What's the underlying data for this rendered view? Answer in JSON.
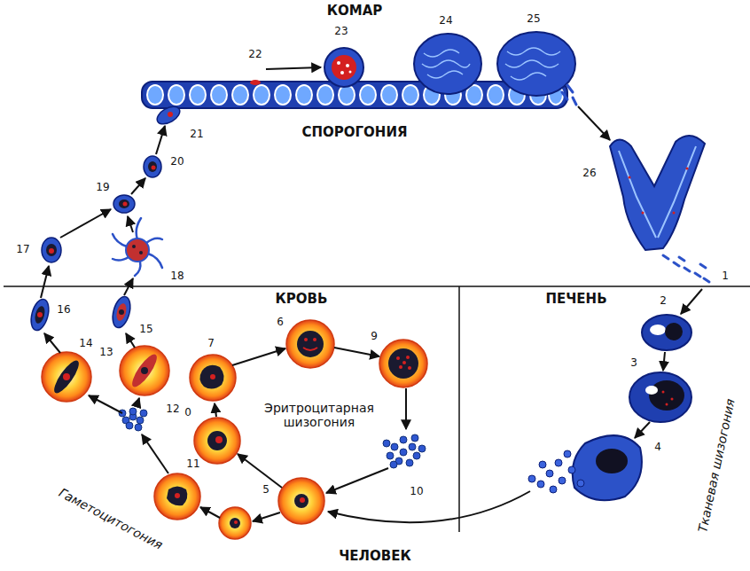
{
  "diagram": {
    "labels": [
      "КОМАР",
      "22",
      "23",
      "24",
      "25",
      "21",
      "СПОРОГОНИЯ",
      "20",
      "19",
      "17",
      "18",
      "26",
      "1",
      "КРОВЬ",
      "ПЕЧЕНЬ",
      "16",
      "15",
      "6",
      "2",
      "14",
      "13",
      "7",
      "9",
      "3",
      "0",
      "Эритроцитарная шизогония",
      "12",
      "Гаметоцитогония",
      "11",
      "10",
      "4",
      "5",
      "Тканевая шизогония",
      "ЧЕЛОВЕК"
    ]
  }
}
